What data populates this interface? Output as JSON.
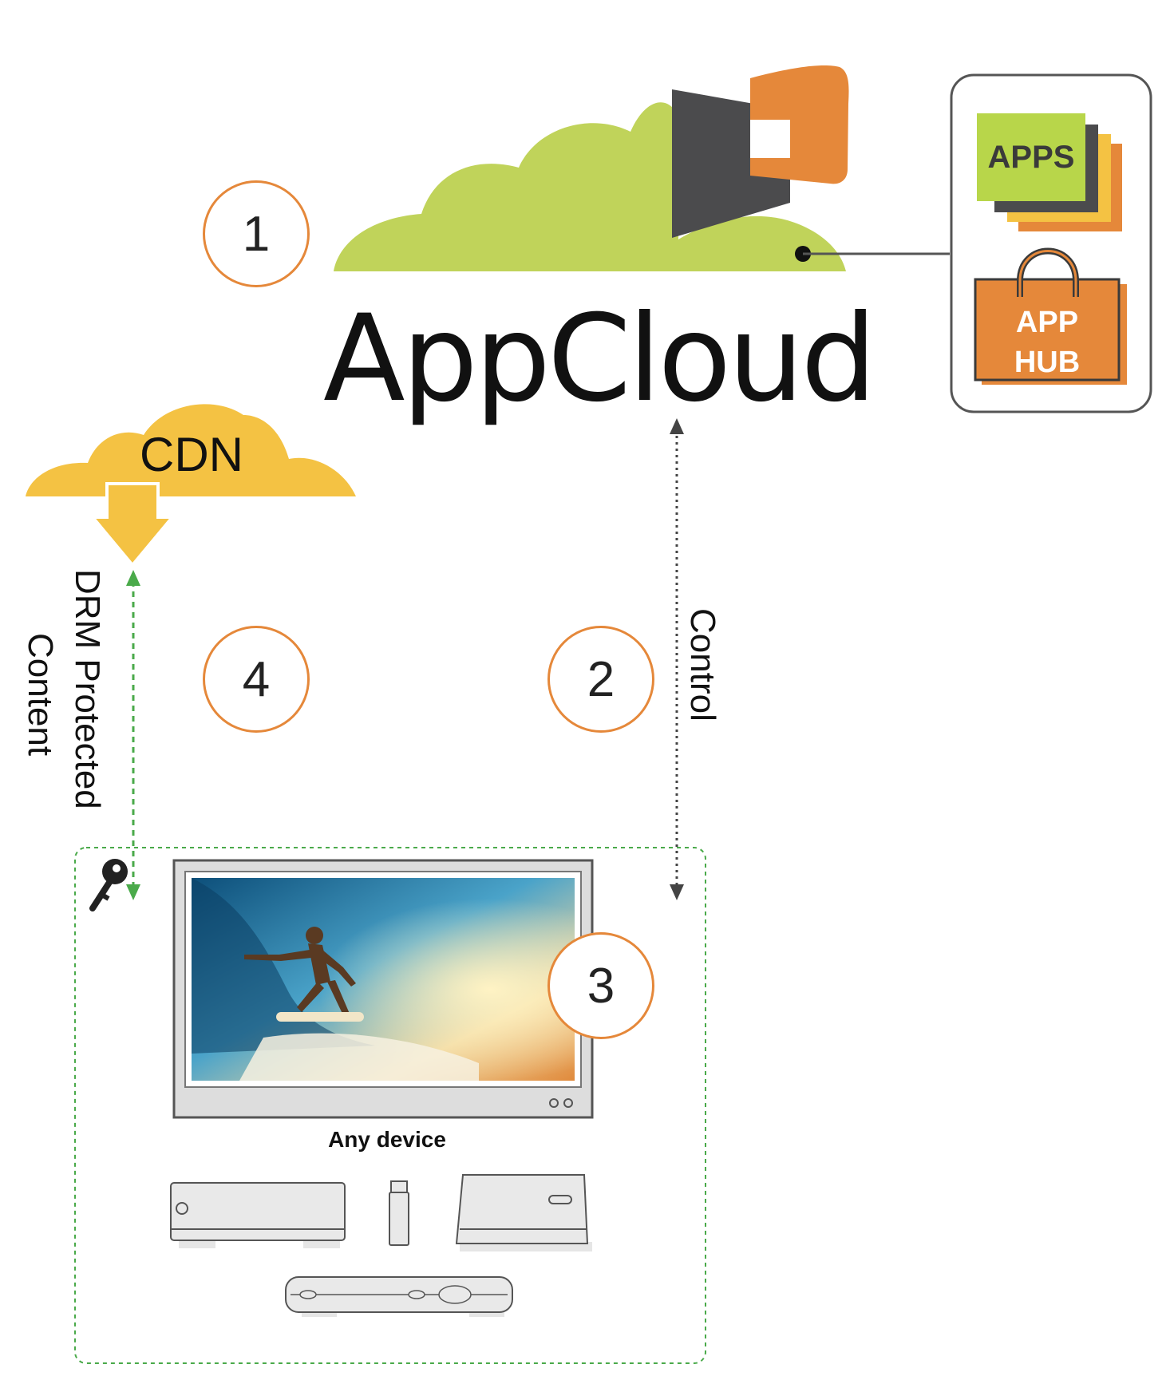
{
  "badges": {
    "one": "1",
    "two": "2",
    "three": "3",
    "four": "4"
  },
  "brand": {
    "name": "AppCloud"
  },
  "cdn": {
    "label": "CDN"
  },
  "store": {
    "apps_label": "APPS",
    "hub_line1": "APP",
    "hub_line2": "HUB"
  },
  "links": {
    "control_label": "Control",
    "drm_line1": "DRM Protected",
    "drm_line2": "Content"
  },
  "device": {
    "caption": "Any device"
  },
  "colors": {
    "accent_orange": "#e5883a",
    "cloud_green": "#c0d35a",
    "cdn_yellow": "#f4c243",
    "dark_gray": "#4b4b4d",
    "drm_green": "#4aaa4a",
    "line_gray": "#555555"
  },
  "icons": [
    "key-icon",
    "tv-icon",
    "set-top-box-icon",
    "usb-stick-icon",
    "streaming-box-icon",
    "slim-player-icon"
  ]
}
